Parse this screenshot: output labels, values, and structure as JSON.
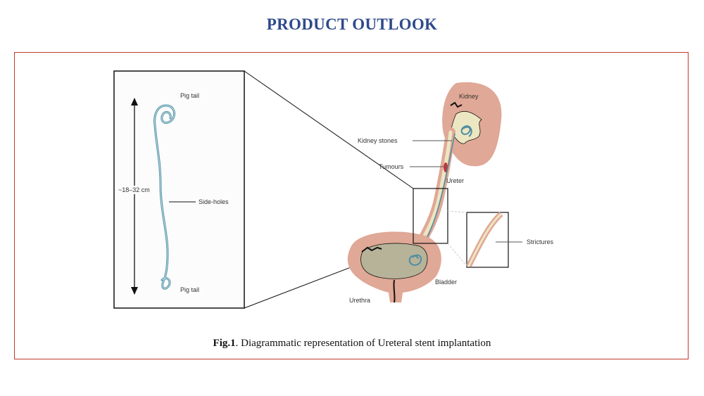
{
  "page": {
    "heading": "PRODUCT OUTLOOK"
  },
  "figure": {
    "caption_prefix": "Fig.1",
    "caption_text": ". Diagrammatic representation of Ureteral stent implantation"
  },
  "stent_inset": {
    "label_top": "Pig tail",
    "label_bottom": "Pig tail",
    "label_length": "~18–32 cm",
    "label_holes": "Side-holes"
  },
  "anatomy": {
    "kidney": "Kidney",
    "kidney_stones": "Kidney stones",
    "tumours": "Tumours",
    "ureter": "Ureter",
    "strictures": "Strictures",
    "bladder": "Bladder",
    "urethra": "Urethra"
  },
  "colors": {
    "heading": "#2e4a8c",
    "frame_border": "#c0392b",
    "tissue": "#e0a896",
    "tissue_inner": "#ede6c2",
    "stent": "#4f8ea3"
  }
}
